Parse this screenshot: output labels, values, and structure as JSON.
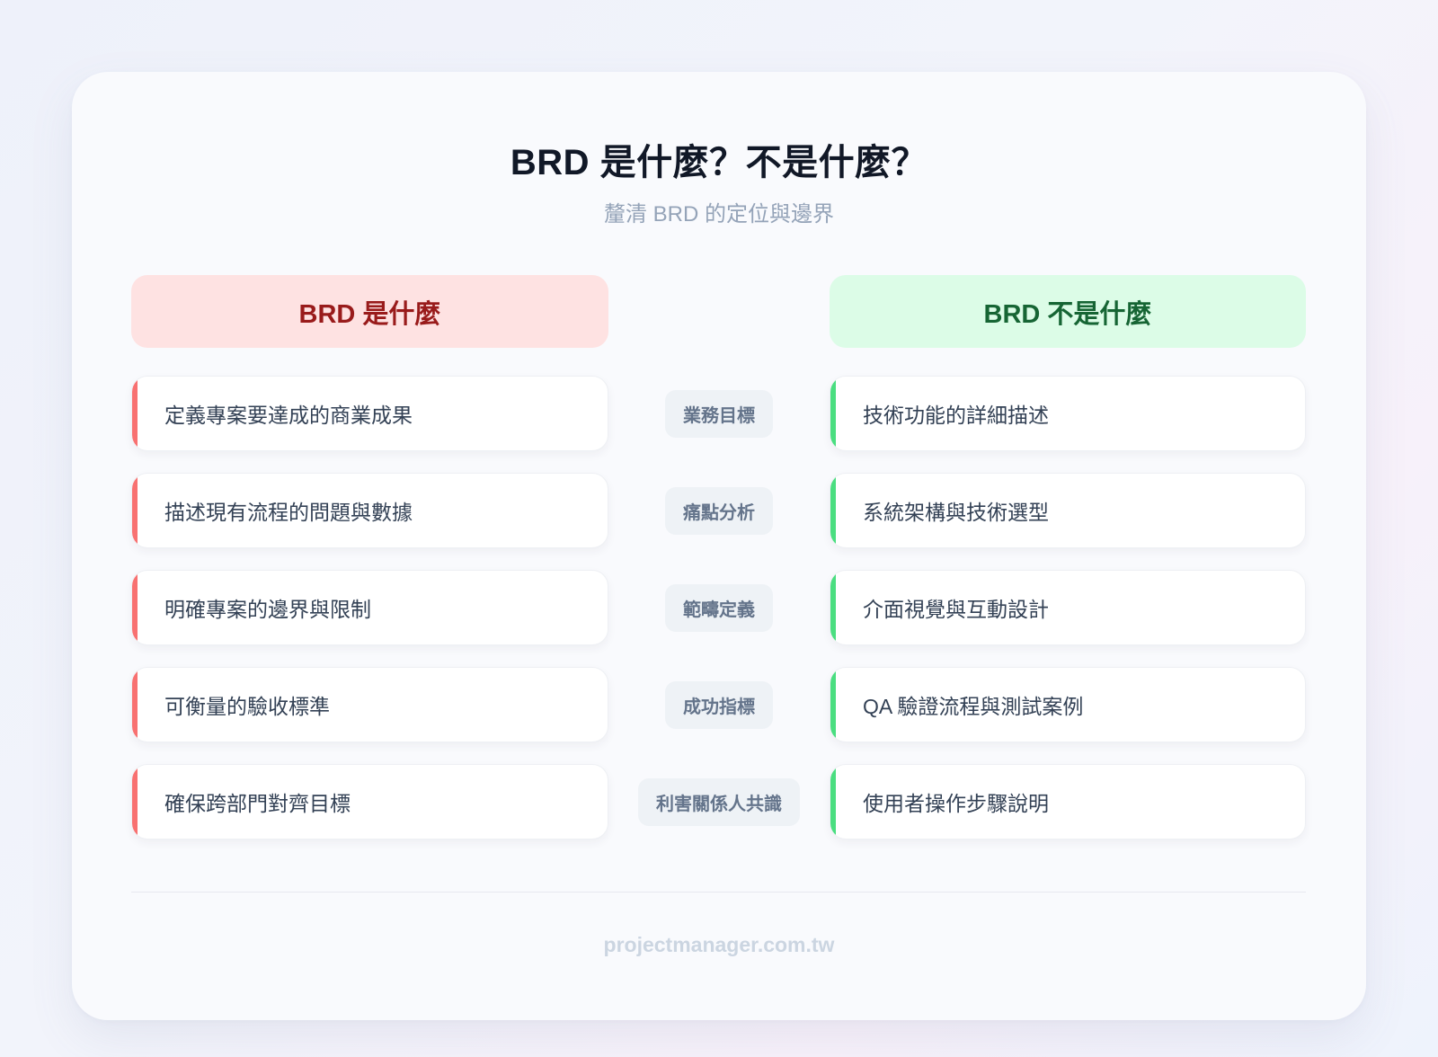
{
  "header": {
    "title": "BRD 是什麼？不是什麼？",
    "subtitle": "釐清 BRD 的定位與邊界"
  },
  "columns": {
    "is": {
      "label": "BRD 是什麼",
      "bg_color": "#fee2e2",
      "text_color": "#991b1b",
      "accent_color": "#f87171"
    },
    "not": {
      "label": "BRD 不是什麼",
      "bg_color": "#dcfce7",
      "text_color": "#166534",
      "accent_color": "#4ade80"
    }
  },
  "rows": [
    {
      "is": "定義專案要達成的商業成果",
      "category": "業務目標",
      "not": "技術功能的詳細描述"
    },
    {
      "is": "描述現有流程的問題與數據",
      "category": "痛點分析",
      "not": "系統架構與技術選型"
    },
    {
      "is": "明確專案的邊界與限制",
      "category": "範疇定義",
      "not": "介面視覺與互動設計"
    },
    {
      "is": "可衡量的驗收標準",
      "category": "成功指標",
      "not": "QA 驗證流程與測試案例"
    },
    {
      "is": "確保跨部門對齊目標",
      "category": "利害關係人共識",
      "not": "使用者操作步驟說明"
    }
  ],
  "footer": {
    "text": "projectmanager.com.tw"
  }
}
